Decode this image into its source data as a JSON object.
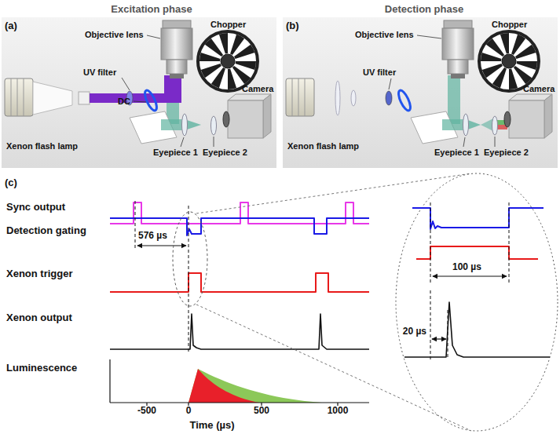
{
  "diagram": {
    "labels": [
      "Excitation phase",
      "Detection phase",
      "(a)",
      "Objective lens",
      "UV filter",
      "DC",
      "Chopper",
      "Camera",
      "Xenon flash lamp",
      "Eyepiece 1",
      "Eyepiece 2",
      "(b)",
      "Objective lens",
      "UV filter",
      "Chopper",
      "Camera",
      "Xenon flash lamp",
      "Eyepiece 1",
      "Eyepiece 2",
      "(c)",
      "Sync output",
      "Detection gating",
      "Xenon trigger",
      "Xenon output",
      "Luminescence",
      "576 µs",
      "-500",
      "0",
      "500",
      "1000",
      "Time (µs)",
      "100 µs",
      "20 µs"
    ]
  }
}
